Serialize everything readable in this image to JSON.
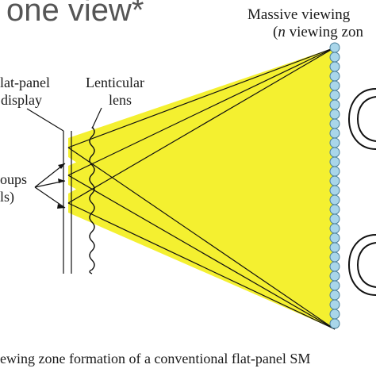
{
  "heading": "one view*",
  "labels": {
    "zone_line1": "Massive viewing",
    "zone_line2_prefix": "(",
    "zone_line2_n": "n",
    "zone_line2_rest": " viewing zon",
    "panel_line1": "lat-panel",
    "panel_line2": "display",
    "lens_line1": "Lenticular",
    "lens_line2": "lens",
    "groups_line1": "oups",
    "groups_line2": "ls)"
  },
  "caption": "ewing zone formation of a conventional flat-panel SM",
  "colors": {
    "beam": "#f4f030",
    "dot_fill": "#a9d6ea",
    "dot_stroke": "#4a7f9a",
    "line": "#111111",
    "heading": "#555555"
  }
}
